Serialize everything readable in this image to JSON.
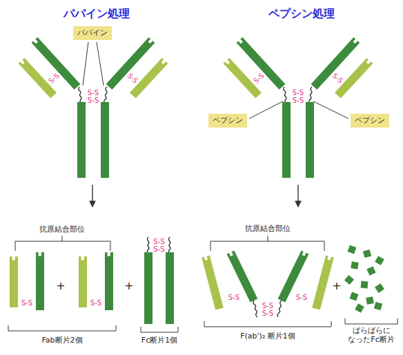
{
  "diagram": {
    "nodes": [
      {
        "text": [
          "パパイン"
        ]
      },
      {
        "text": [
          "ペプシン"
        ]
      },
      {
        "text": [
          "ペプシン"
        ]
      }
    ],
    "labels": [
      "パパイン処理",
      "ペプシン処理",
      "S-S",
      "S-S",
      "S-S",
      "S-S",
      "S-S",
      "S-S",
      "S-S",
      "S-S",
      "抗原結合部位",
      "S-S",
      "S-S",
      "+",
      "+",
      "S-S",
      "S-S",
      "Fab断片2個",
      "Fc断片1個",
      "抗原結合部位",
      "S-S",
      "S-S",
      "S-S",
      "S-S",
      "+",
      "F(ab')₂ 断片1個",
      "ばらばらに なったFc断片"
    ]
  }
}
